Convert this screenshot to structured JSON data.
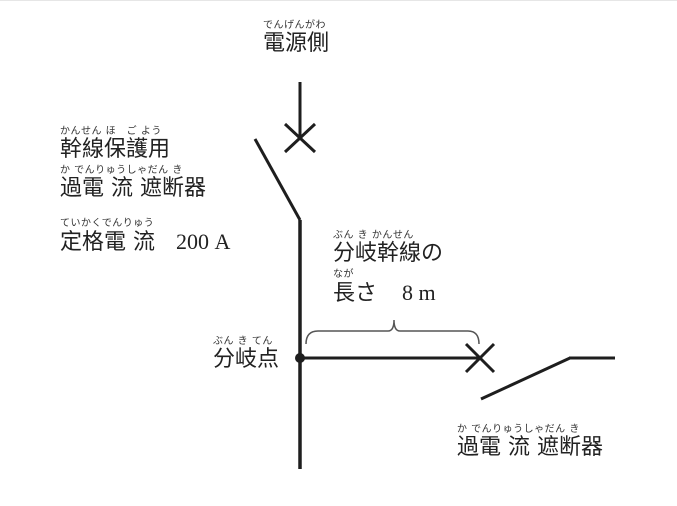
{
  "labels": {
    "source_side": {
      "ruby": "でんげんがわ",
      "text": "電源側"
    },
    "main_breaker_line1": {
      "ruby": "かんせん ほ　ご よう",
      "text": "幹線保護用"
    },
    "main_breaker_line2": {
      "ruby": "か でんりゅうしゃだん き",
      "text": "過電 流 遮断器"
    },
    "rated_current": {
      "ruby": "ていかくでんりゅう",
      "text": "定格電 流",
      "value": "200 A"
    },
    "branch_length_line1": {
      "ruby": "ぶん き かんせん",
      "text": "分岐幹線の"
    },
    "branch_length_line2": {
      "ruby": "なが",
      "text": "長さ",
      "value": "8 m"
    },
    "branch_point": {
      "ruby": "ぶん き てん",
      "text": "分岐点"
    },
    "branch_breaker": {
      "ruby": "か でんりゅうしゃだん き",
      "text": "過電 流 遮断器"
    }
  },
  "colors": {
    "line": "#1e1e1e",
    "text": "#222222",
    "brace": "#555555"
  }
}
